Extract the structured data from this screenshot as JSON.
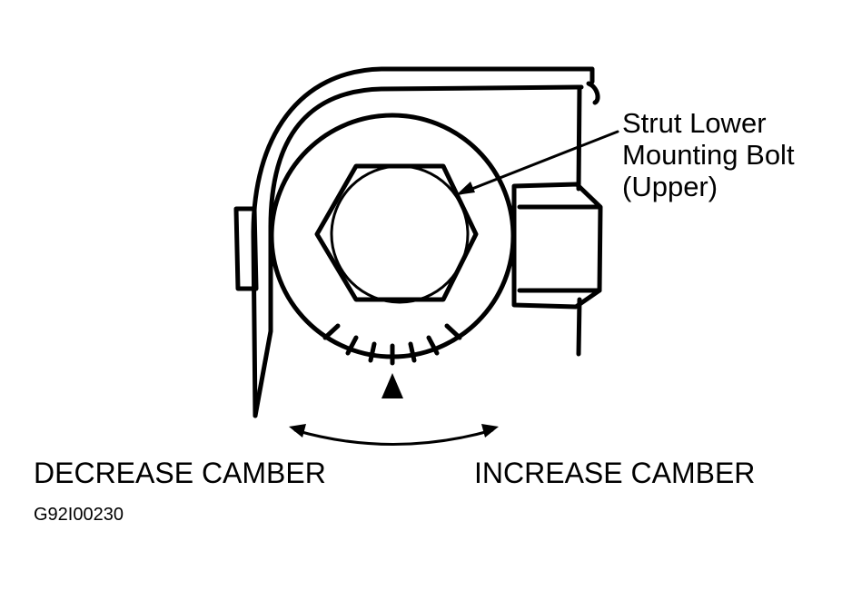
{
  "callout": {
    "line1": "Strut Lower",
    "line2": "Mounting Bolt",
    "line3": "(Upper)"
  },
  "labels": {
    "decrease": "DECREASE CAMBER",
    "increase": "INCREASE CAMBER"
  },
  "figure_code": "G92I00230"
}
